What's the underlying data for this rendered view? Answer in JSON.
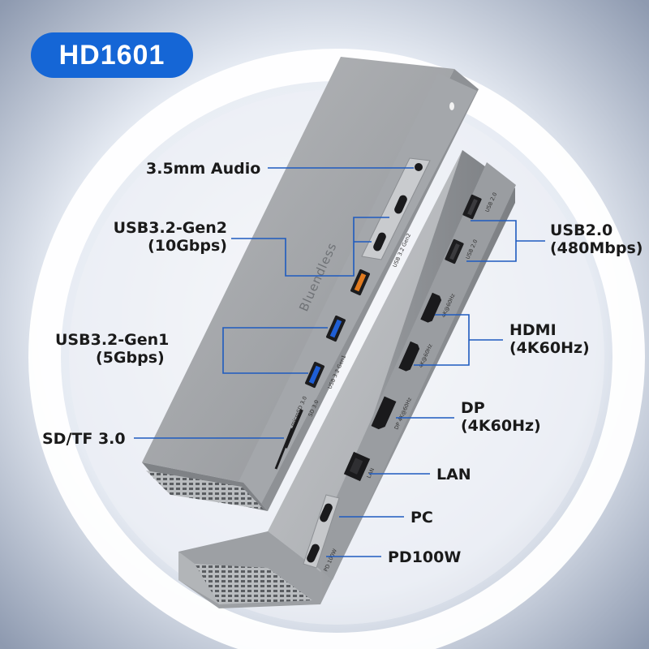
{
  "model": "HD1601",
  "brand": "Bluendless",
  "labels": {
    "audio": "3.5mm Audio",
    "usb_gen2_line1": "USB3.2-Gen2",
    "usb_gen2_line2": "(10Gbps)",
    "usb_gen1_line1": "USB3.2-Gen1",
    "usb_gen1_line2": "(5Gbps)",
    "sd_tf": "SD/TF 3.0",
    "usb2_line1": "USB2.0",
    "usb2_line2": "(480Mbps)",
    "hdmi_line1": "HDMI",
    "hdmi_line2": "(4K60Hz)",
    "dp_line1": "DP",
    "dp_line2": "(4K60Hz)",
    "lan": "LAN",
    "pc": "PC",
    "pd": "PD100W"
  },
  "port_texts": {
    "usb_gen2": "USB 3.2 Gen2",
    "usb_gen1": "USB 3.2 Gen1",
    "microsd": "microSD 3.0",
    "sd": "SD 3.0",
    "usb20_a": "USB 2.0",
    "usb20_b": "USB 2.0",
    "hdmi_a": "4K@60Hz",
    "hdmi_b": "4K@60Hz",
    "dp": "DP 4K@60Hz",
    "lan": "LAN",
    "pd": "PD 100W"
  },
  "colors": {
    "accent": "#1566d6",
    "leader_line": "#1e5bbf",
    "usb_orange": "#e07a1f",
    "usb_blue": "#1f5fd6"
  }
}
